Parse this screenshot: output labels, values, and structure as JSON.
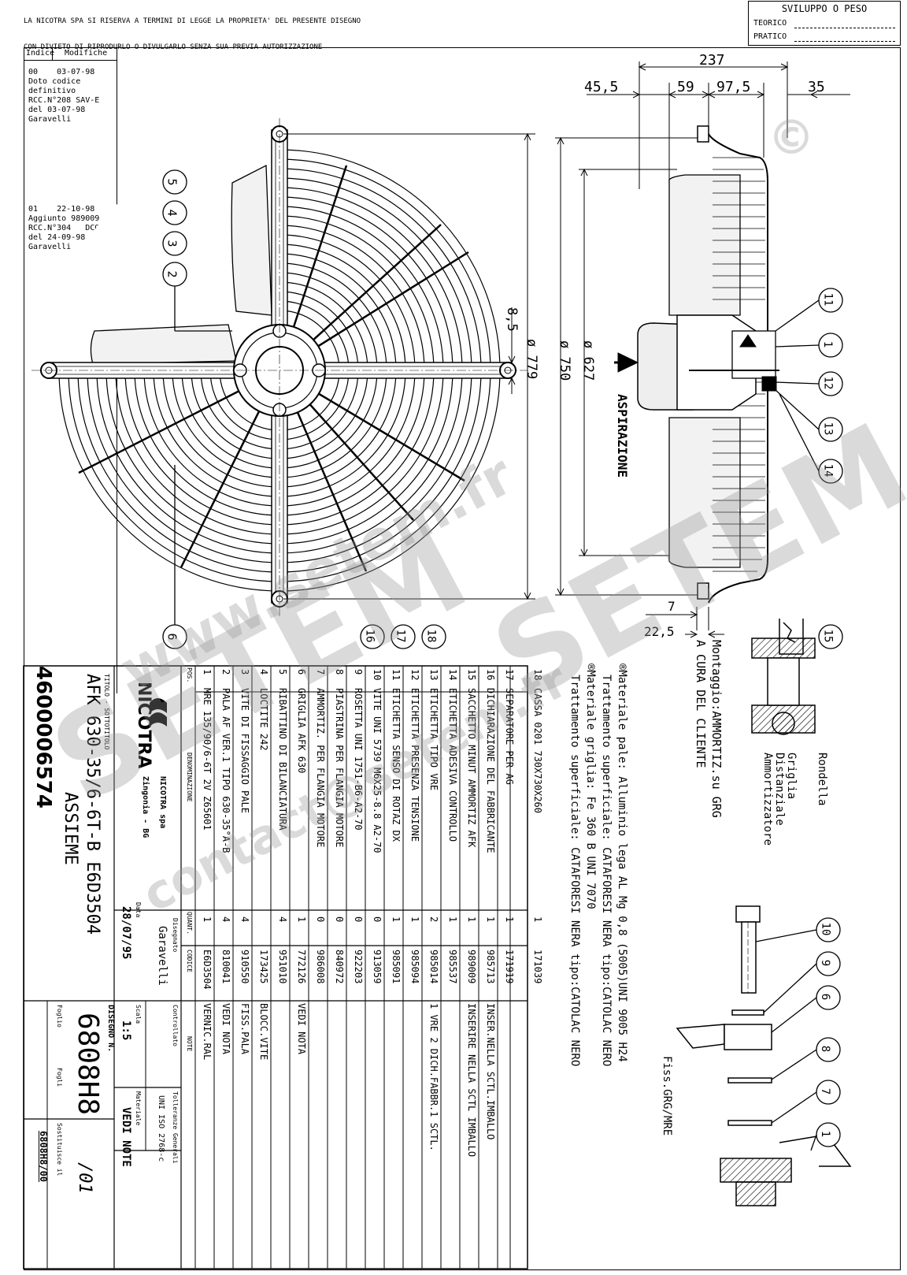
{
  "header": {
    "copyright_line1": "LA NICOTRA SPA SI RISERVA A TERMINI DI LEGGE LA PROPRIETA' DEL PRESENTE DISEGNO",
    "copyright_line2": "CON DIVIETO DI RIPRODURLO O DIVULGARLO SENZA SUA PREVIA AUTORIZZAZIONE",
    "sviluppo_title": "SVILUPPO O PESO",
    "teorico": "TEORICO",
    "pratico": "PRATICO"
  },
  "revisions": {
    "col_indice": "Indice",
    "col_modifiche": "Modifiche",
    "rev00": "00    03-07-98\nDoto codice\ndefinitivo\nRCC.N°208 SAV-E\ndel 03-07-98\nGaravelli",
    "rev01": "01    22-10-98\nAggiunto 989009\nRCC.N°304   DCO\ndel 24-09-98\nGaravelli"
  },
  "part_number": "4600006574",
  "dimensions": {
    "d237": "237",
    "d45_5": "45,5",
    "d59": "59",
    "d97_5": "97,5",
    "d35": "35",
    "d8_5": "8,5",
    "d779": "ø 779",
    "d750": "ø 750",
    "d627": "ø 627",
    "d7": "7",
    "d22_5": "22,5",
    "aspirazione": "ASPIRAZIONE"
  },
  "balloons_left": [
    "5",
    "4",
    "3",
    "2",
    "6"
  ],
  "balloons_right": [
    "11",
    "1",
    "12",
    "13",
    "14",
    "15"
  ],
  "balloons_table": [
    "16",
    "17",
    "18"
  ],
  "balloons_detail": [
    "10",
    "9",
    "6",
    "8",
    "7",
    "1"
  ],
  "notes": {
    "montaggio": "Montaggio:AMMORTIZ.su GRG\nA CURA DEL CLIENTE",
    "materiale_pale": "®Materiale pale: Alluminio lega AL Mg 0,8 (5005)UNI 9005 H24",
    "trattamento_pale": "Trattamento superficiale: CATAFORESI NERA tipo:CATOLAC NERO",
    "materiale_griglia": "®Materiale griglia: Fe 360 B  UNI 7070",
    "trattamento_griglia": "Trattamento superficiale: CATAFORESI NERA tipo:CATOLAC NERO",
    "rondella": "Rondella",
    "griglia": "Griglia",
    "distanziale": "Distanziale",
    "ammortizzatore": "Ammortizzatore",
    "fiss": "Fiss.GRG/MRE"
  },
  "bom": {
    "col_pos": "POS.",
    "col_den": "DENOMINAZIONE",
    "col_quant": "QUANT.",
    "col_codice": "CODICE",
    "col_note": "NOTE",
    "rows": [
      {
        "pos": "18",
        "den": "CASSA 0201    730X730X260",
        "q": "1",
        "code": "171039",
        "note": ""
      },
      {
        "pos": "17",
        "den": "SEPARATORE PER AG",
        "q": "1",
        "code": "171919",
        "note": ""
      },
      {
        "pos": "16",
        "den": "DICHIARAZIONE DEL FABBRICANTE",
        "q": "1",
        "code": "985713",
        "note": "INSER.NELLA SCTL.IMBALLO"
      },
      {
        "pos": "15",
        "den": "SACCHETTO MINUT AMMORTIZ AFK",
        "q": "1",
        "code": "989009",
        "note": "INSERIRE NELLA SCTL IMBALLO"
      },
      {
        "pos": "14",
        "den": "ETICHETTA ADESIVA CONTROLLO",
        "q": "1",
        "code": "985537",
        "note": ""
      },
      {
        "pos": "13",
        "den": "ETICHETTA TIPO VRE",
        "q": "2",
        "code": "985014",
        "note": "1 VRE 2 DICH.FABBR.1 SCTL."
      },
      {
        "pos": "12",
        "den": "ETICHETTA PRESENZA TENSIONE",
        "q": "1",
        "code": "985094",
        "note": ""
      },
      {
        "pos": "11",
        "den": "ETICHETTA SENSO DI ROTAZ DX",
        "q": "1",
        "code": "985091",
        "note": ""
      },
      {
        "pos": "10",
        "den": "VITE UNI 5739 M6X25-8.8 A2-70",
        "q": "0",
        "code": "913059",
        "note": ""
      },
      {
        "pos": "9",
        "den": "ROSETTA UNI 1751-B6-A2-70",
        "q": "0",
        "code": "922203",
        "note": ""
      },
      {
        "pos": "8",
        "den": "PIASTRINA PER FLANGIA MOTORE",
        "q": "0",
        "code": "840972",
        "note": ""
      },
      {
        "pos": "7",
        "den": "AMMORTIZ. PER FLANGIA MOTORE",
        "q": "0",
        "code": "986008",
        "note": ""
      },
      {
        "pos": "6",
        "den": "GRIGLIA AFK 630",
        "q": "1",
        "code": "772126",
        "note": "VEDI NOTA"
      },
      {
        "pos": "5",
        "den": "RIBATTINO DI BILANCIATURA",
        "q": "4",
        "code": "951010",
        "note": ""
      },
      {
        "pos": "4",
        "den": "LOCTITE 242",
        "q": "",
        "code": "173425",
        "note": "BLOCC.VITE"
      },
      {
        "pos": "3",
        "den": "VITE DI FISSAGGIO PALE",
        "q": "4",
        "code": "910550",
        "note": "FISS.PALA"
      },
      {
        "pos": "2",
        "den": "PALA AF VER.1 TIPO 630-35°A-B",
        "q": "4",
        "code": "810041",
        "note": "VEDI NOTA"
      },
      {
        "pos": "1",
        "den": "MRE 135/90/6-6T 2V Z65601",
        "q": "1",
        "code": "E6D3504",
        "note": "VERNIC.RAL"
      }
    ]
  },
  "title_block": {
    "logo": "NICOTRA",
    "company": "NICOTRA spa",
    "city": "Zingonia - BG",
    "titolo_label": "TITOLO - SOTTOTITOLO",
    "title1": "AFK 630-35/6-6T-B  E6D3504",
    "title2": "ASSIEME",
    "disegnato_label": "Disegnato",
    "disegnato": "Garavelli",
    "data_label": "Data",
    "data": "28/07/95",
    "controllato_label": "Controllato",
    "disegno_n_label": "DISEGNO N.",
    "disegno_n": "6808H8",
    "rev": "/01",
    "scala_label": "Scala",
    "scala": "1:5",
    "materiale_label": "Materiale",
    "materiale": "VEDI NOTE",
    "tolleranze_label": "Tolleranze Generali",
    "tolleranze": "UNI ISO 2768-c",
    "foglio_label": "Foglio",
    "fogli_label": "Fogli",
    "sostituisce_label": "Sostituisce il",
    "sostituisce": "6808H8/00"
  },
  "watermark": {
    "w1": "SETEM",
    "w2": "www.setem.fr",
    "w3": "SETEM",
    "w4": "contact@setem.fr",
    "copyright": "©"
  }
}
